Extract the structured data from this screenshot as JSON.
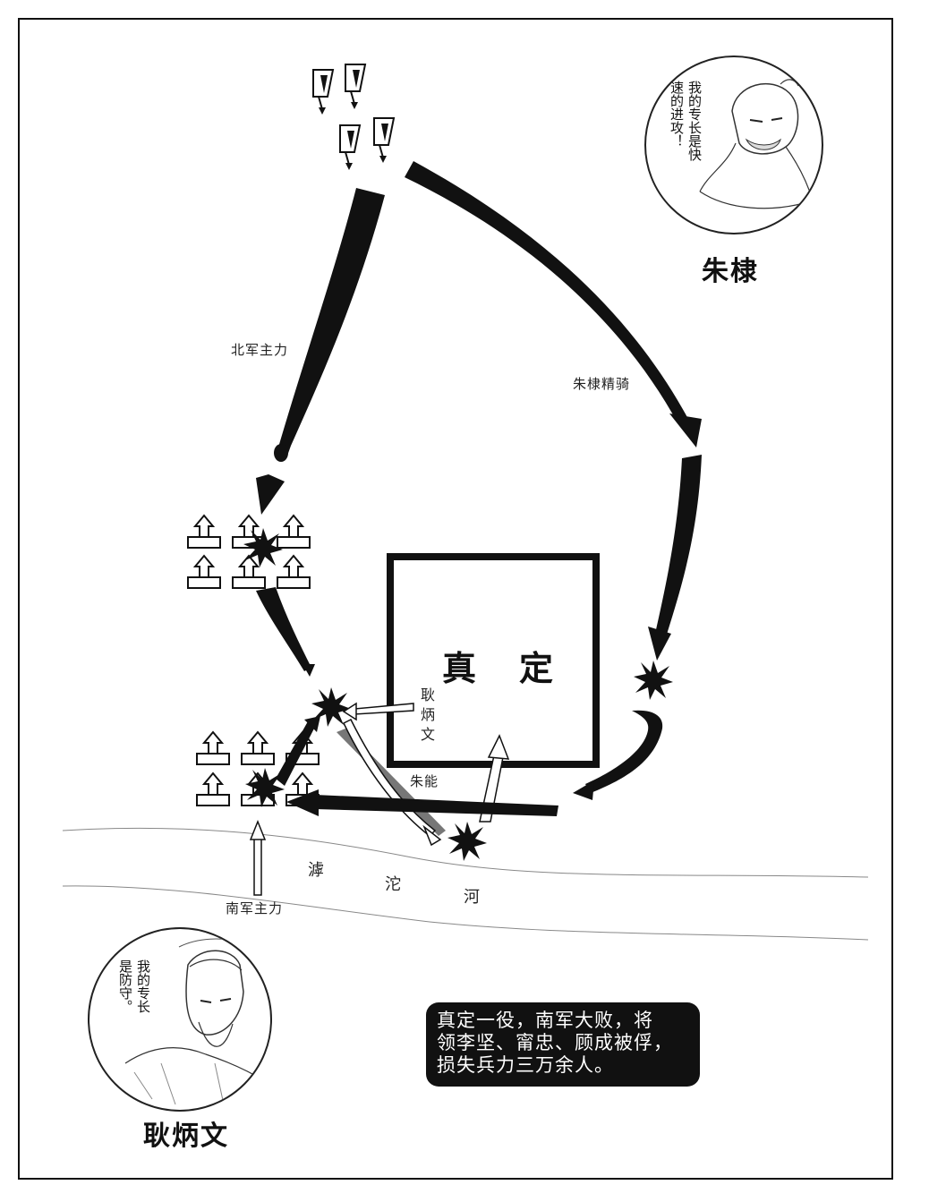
{
  "map": {
    "city_label_1": "真",
    "city_label_2": "定",
    "route_labels": {
      "north_main": "北军主力",
      "zhu_di_cavalry": "朱棣精骑",
      "zhu_neng": "朱能",
      "south_main": "南军主力",
      "geng_bingwen": "耿\n炳\n文"
    },
    "river": {
      "chars": [
        "滹",
        "沱",
        "河"
      ]
    }
  },
  "portraits": {
    "zhu_di": {
      "name": "朱棣",
      "quote": "我的专长是快\n速的进攻！"
    },
    "geng_bingwen": {
      "name": "耿炳文",
      "quote": "我的专长\n是防守。"
    }
  },
  "caption": {
    "text": "真定一役，南军大败，将\n领李坚、甯忠、顾成被俘，\n损失兵力三万余人。"
  }
}
